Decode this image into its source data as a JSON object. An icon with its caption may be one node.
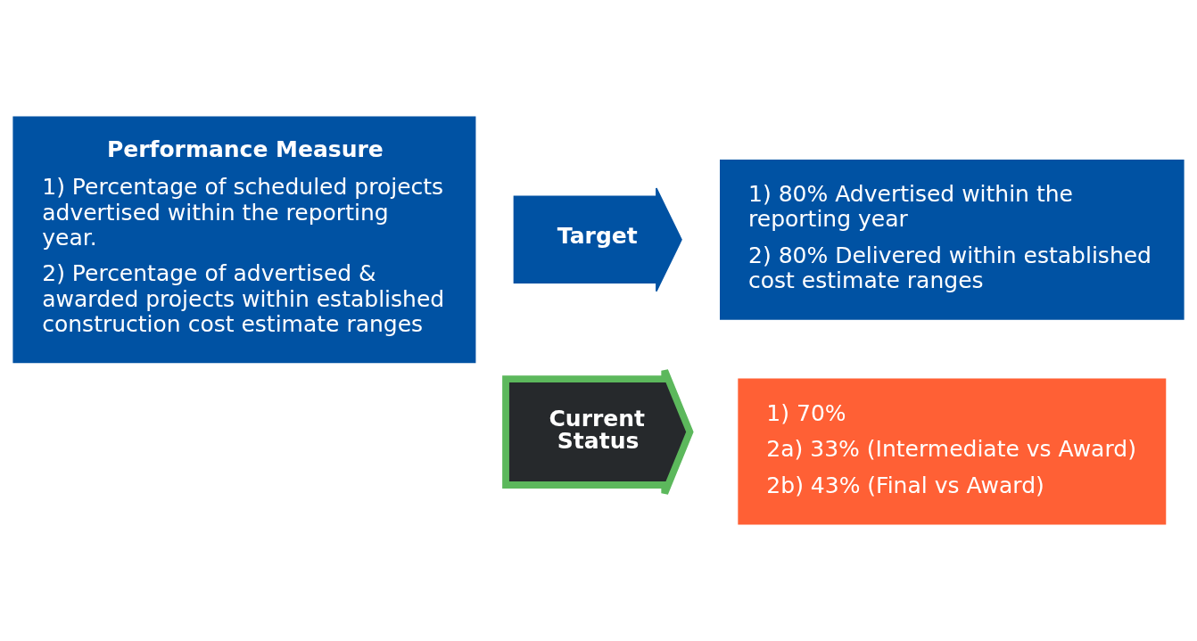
{
  "diagram": {
    "nodes": [
      {
        "text": [
          "Performance Measure",
          "1) Percentage of scheduled projects advertised within the reporting year.",
          "2) Percentage of advertised & awarded projects within established construction cost estimate ranges"
        ]
      },
      {
        "text": [
          "Target"
        ]
      },
      {
        "text": [
          "1) 80% Advertised within the reporting year",
          "2) 80% Delivered within established cost estimate ranges"
        ]
      },
      {
        "text": [
          "Current Status"
        ]
      },
      {
        "text": [
          "1) 70%",
          "2a) 33% (Intermediate vs Award)",
          "2b) 43% (Final vs Award)"
        ]
      }
    ]
  }
}
